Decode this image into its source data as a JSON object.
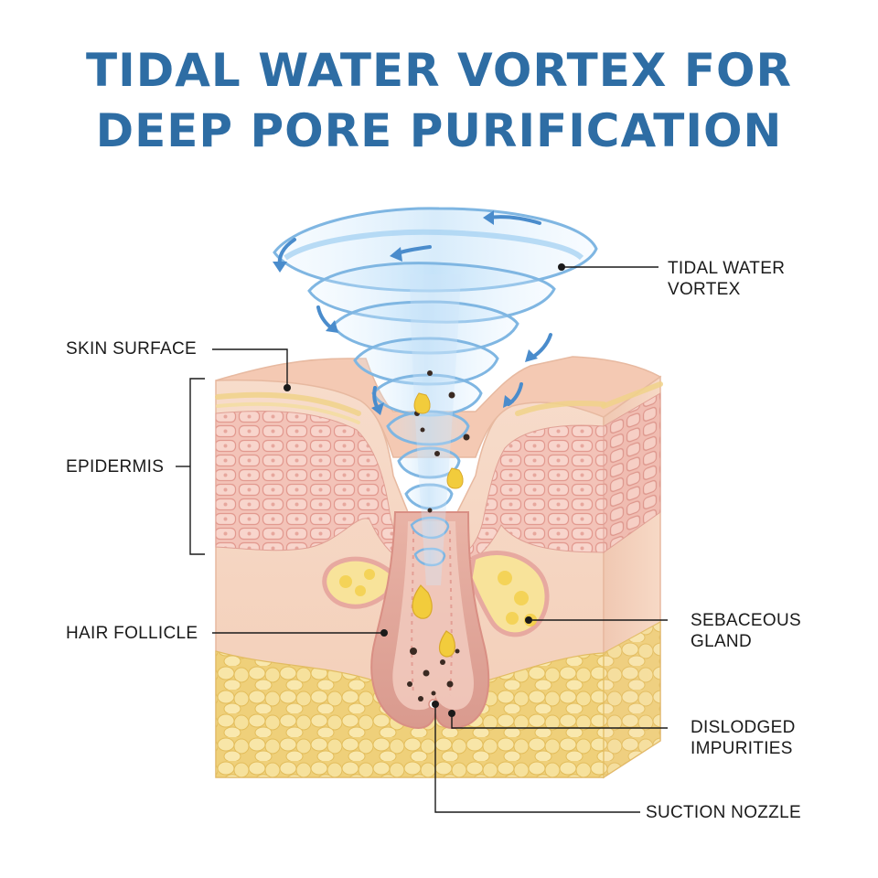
{
  "title": {
    "line1": "TIDAL WATER VORTEX FOR",
    "line2": "DEEP PORE PURIFICATION"
  },
  "labels": {
    "skin_surface": "SKIN SURFACE",
    "epidermis": "EPIDERMIS",
    "hair_follicle": "HAIR FOLLICLE",
    "vortex_line1": "TIDAL WATER",
    "vortex_line2": "VORTEX",
    "sebaceous_line1": "SEBACEOUS",
    "sebaceous_line2": "GLAND",
    "impurities_line1": "DISLODGED",
    "impurities_line2": "IMPURITIES",
    "suction_nozzle": "SUCTION NOZZLE"
  },
  "colors": {
    "title": "#2e6da4",
    "skin": "#f6d3bf",
    "epidermis_cells": "#eaa9a3",
    "fat": "#f3dc8e",
    "sebum": "#f2cc3c",
    "water": "#8fc3e8",
    "arrow": "#4a8ccc"
  }
}
